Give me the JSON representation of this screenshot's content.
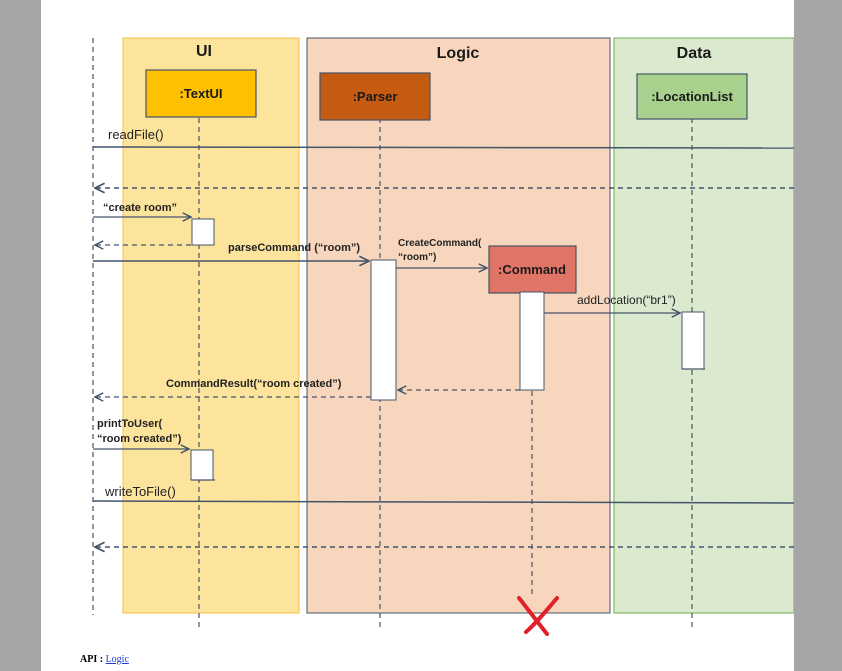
{
  "lanes": {
    "ui": "UI",
    "logic": "Logic",
    "data": "Data"
  },
  "objects": {
    "textui": ":TextUI",
    "parser": ":Parser",
    "command": ":Command",
    "locationlist": ":LocationList"
  },
  "messages": {
    "read_file": "readFile()",
    "create_room": "“create room”",
    "parse_command": "parseCommand (“room”)",
    "create_command_line1": "CreateCommand(",
    "create_command_line2": "“room”)",
    "add_location": "addLocation(“br1”)",
    "command_result": "CommandResult(“room created”)",
    "print_to_user_line1": "printToUser(",
    "print_to_user_line2": "“room created”)",
    "write_to_file": "writeToFile()"
  },
  "colors": {
    "ui_lane": "#fde49c",
    "logic_lane": "#f8d6bd",
    "data_lane": "#dbe9cf",
    "textui_box": "#ffc000",
    "parser_box": "#c55a11",
    "command_box": "#e07466",
    "locationlist_box": "#a9d18e",
    "destroy_mark": "#e0202a"
  },
  "footer": {
    "label": "API : ",
    "link": "Logic"
  }
}
